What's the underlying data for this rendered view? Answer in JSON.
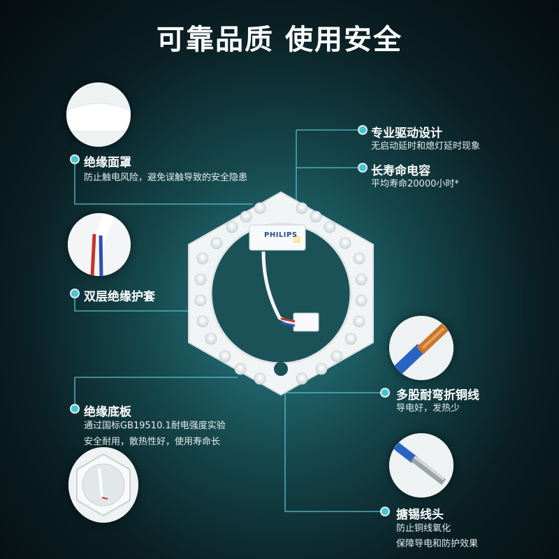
{
  "title": "可靠品质 使用安全",
  "brand": "PHILIPS",
  "features": {
    "driver": {
      "label": "专业驱动设计",
      "desc": "无启动延时和熄灯延时现象"
    },
    "lifespan": {
      "label": "长寿命电容",
      "desc": "平均寿命20000小时*"
    },
    "cover": {
      "label": "绝缘面罩",
      "desc": "防止触电风险，避免误触导致的安全隐患"
    },
    "sleeve": {
      "label": "双层绝缘护套"
    },
    "base": {
      "label": "绝缘底板",
      "desc1": "通过国标GB19510.1耐电强度实验",
      "desc2": "安全耐用，散热性好，使用寿命长"
    },
    "copper": {
      "label": "多股耐弯折铜线",
      "desc": "导电好，发热少"
    },
    "tin": {
      "label": "搪锡线头",
      "desc1": "防止铜线氧化",
      "desc2": "保障导电和防护效果"
    }
  },
  "colors": {
    "accent": "#3cc8d8",
    "line": "#58c2cc"
  }
}
